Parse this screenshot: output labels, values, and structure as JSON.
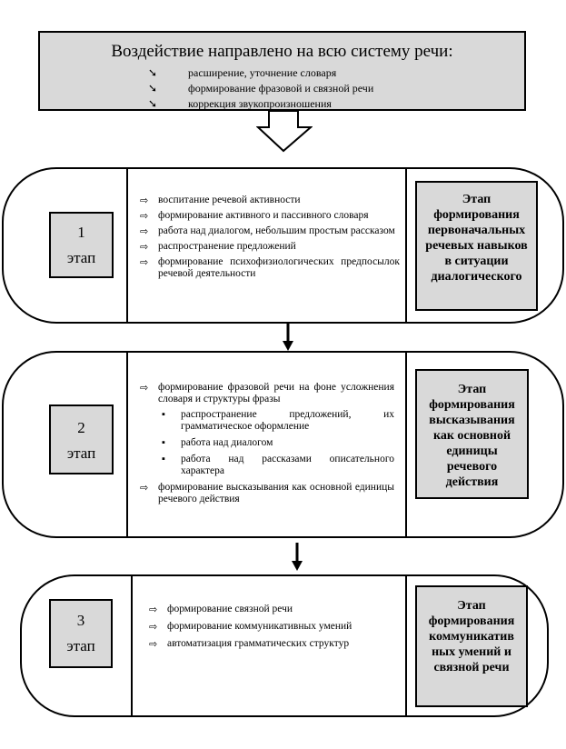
{
  "header": {
    "title": "Воздействие направлено на всю систему речи:",
    "items": [
      "расширение, уточнение словаря",
      "формирование фразовой и связной речи",
      "коррекция звукопроизношения"
    ]
  },
  "stage1": {
    "number": "1",
    "word": "этап",
    "items": [
      "воспитание речевой активности",
      "формирование активного и пассивного словаря",
      "работа над диалогом, небольшим простым рассказом",
      "распространение предложений",
      "формирование психофизиологических предпосылок речевой деятельности"
    ],
    "label": "Этап формирования первоначальных речевых навыков в ситуации диалогического"
  },
  "stage2": {
    "number": "2",
    "word": "этап",
    "item1": "формирование фразовой речи на фоне усложнения словаря и структуры фразы",
    "subitems": [
      "распространение предложений, их грамматическое оформление",
      "работа над диалогом",
      "работа над рассказами описательного характера"
    ],
    "item2": "формирование высказывания как основной единицы речевого действия",
    "label": "Этап формирования высказывания как основной единицы речевого действия"
  },
  "stage3": {
    "number": "3",
    "word": "этап",
    "items": [
      "формирование связной речи",
      "формирование коммуникативных умений",
      "автоматизация грамматических структур"
    ],
    "label": "Этап формирования коммуникатив ных умений и связной речи"
  }
}
